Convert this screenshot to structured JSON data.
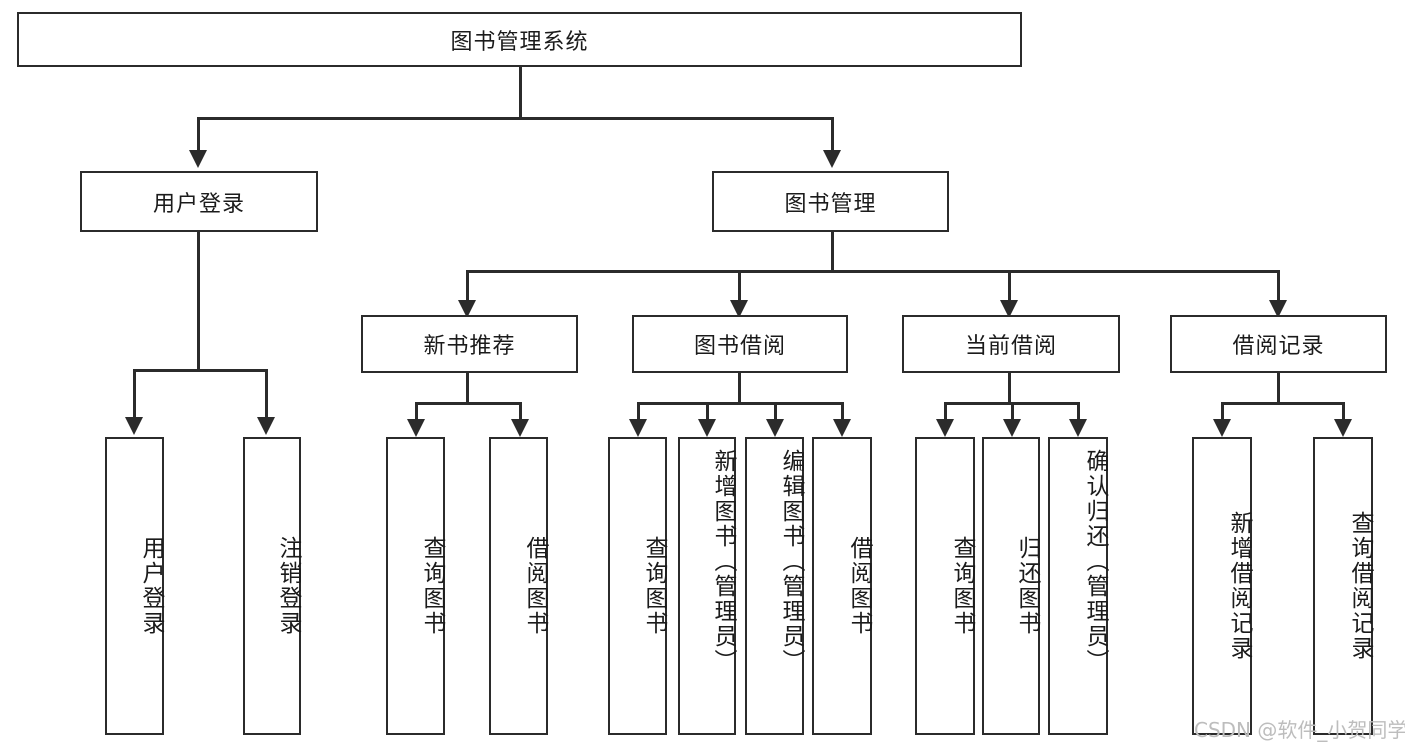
{
  "diagram": {
    "title_node": {
      "label": "图书管理系统"
    },
    "level2": [
      {
        "id": "user-login",
        "label": "用户登录"
      },
      {
        "id": "book-manage",
        "label": "图书管理"
      }
    ],
    "level3": [
      {
        "id": "new-book-recommend",
        "label": "新书推荐"
      },
      {
        "id": "book-borrow",
        "label": "图书借阅"
      },
      {
        "id": "current-borrow",
        "label": "当前借阅"
      },
      {
        "id": "borrow-record",
        "label": "借阅记录"
      }
    ],
    "leaves": {
      "user_login": [
        {
          "id": "leaf-user-login",
          "label": "用户登录"
        },
        {
          "id": "leaf-logout-login",
          "label": "注销登录"
        }
      ],
      "new_book_recommend": [
        {
          "id": "leaf-query-book-1",
          "label": "查询图书"
        },
        {
          "id": "leaf-borrow-book-1",
          "label": "借阅图书"
        }
      ],
      "book_borrow": [
        {
          "id": "leaf-query-book-2",
          "label": "查询图书"
        },
        {
          "id": "leaf-add-book-admin",
          "label": "新增图书（管理员）"
        },
        {
          "id": "leaf-edit-book-admin",
          "label": "编辑图书（管理员）"
        },
        {
          "id": "leaf-borrow-book-2",
          "label": "借阅图书"
        }
      ],
      "current_borrow": [
        {
          "id": "leaf-query-book-3",
          "label": "查询图书"
        },
        {
          "id": "leaf-return-book",
          "label": "归还图书"
        },
        {
          "id": "leaf-confirm-return-admin",
          "label": "确认归还（管理员）"
        }
      ],
      "borrow_record": [
        {
          "id": "leaf-add-borrow-record",
          "label": "新增借阅记录"
        },
        {
          "id": "leaf-query-borrow-record",
          "label": "查询借阅记录"
        }
      ]
    }
  },
  "watermark": {
    "text": "CSDN @软件_小贺同学"
  },
  "colors": {
    "stroke": "#2b2b2b",
    "background": "#ffffff",
    "text": "#1b1b1b",
    "watermark": "#bdbdbd"
  }
}
